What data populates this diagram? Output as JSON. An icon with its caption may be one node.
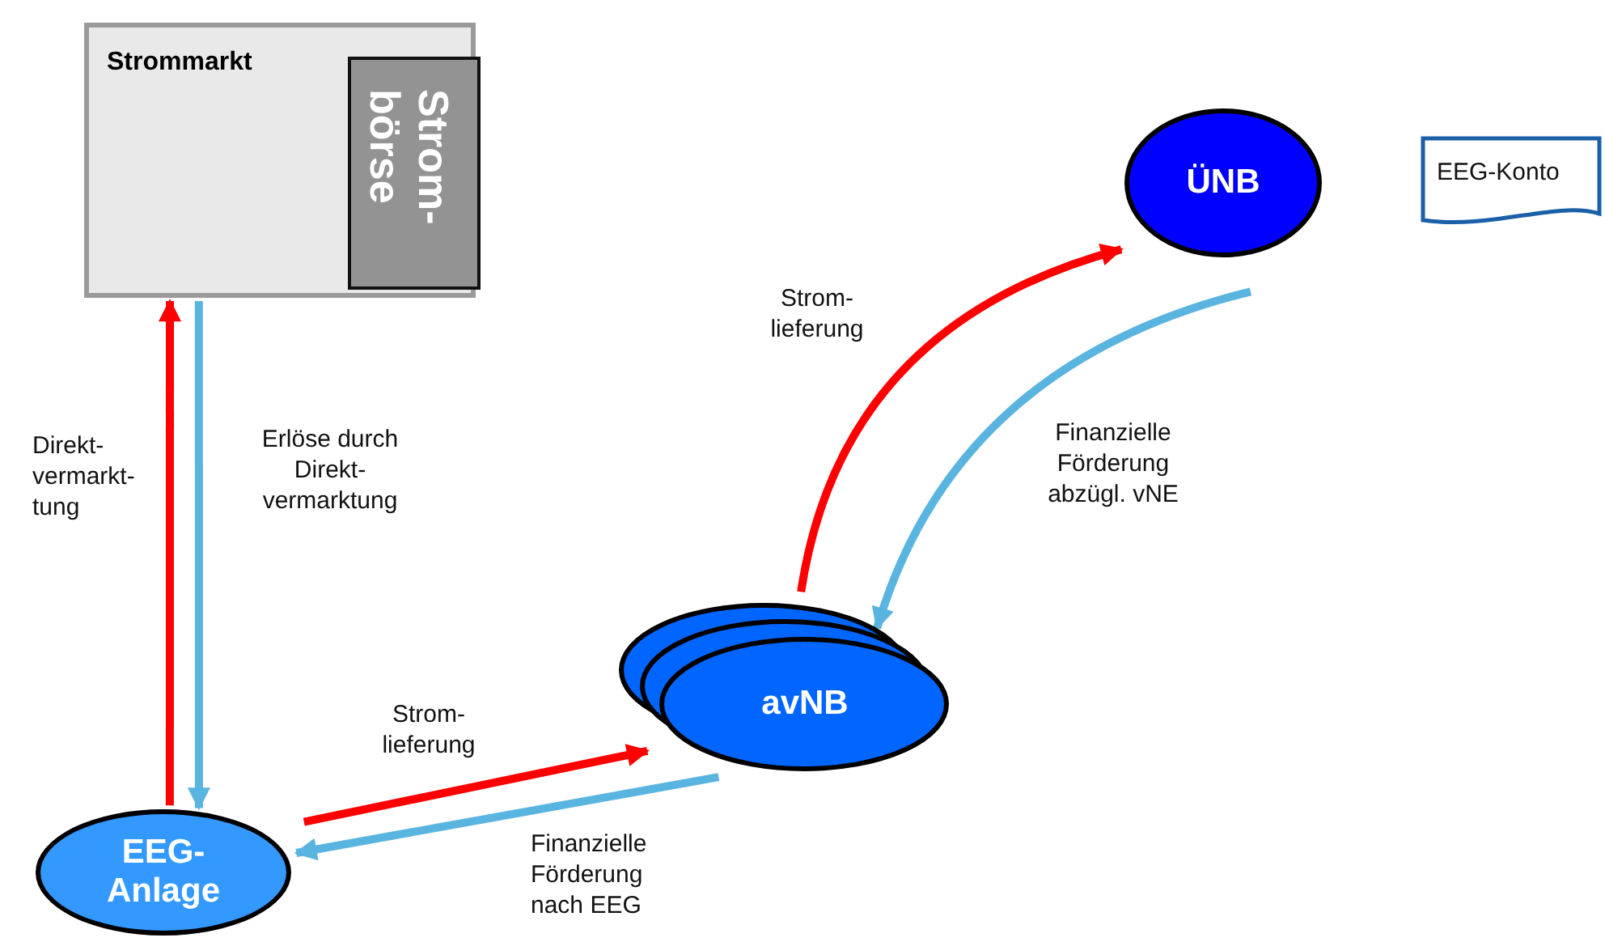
{
  "diagram": {
    "nodes": [
      {
        "text": [
          "Strommarkt"
        ]
      },
      {
        "text": [
          "Strom- börse"
        ],
        "in": 0
      },
      {
        "text": [
          "ÜNB"
        ]
      },
      {
        "text": [
          "EEG-Konto"
        ]
      },
      {
        "text": [
          "avNB"
        ]
      },
      {
        "text": [
          "EEG- Anlage"
        ]
      }
    ],
    "edges": [
      {
        "from": 5,
        "to": 0,
        "arrow": "to",
        "label": "Direkt- vermarkt- tung",
        "color": "#ff0000"
      },
      {
        "from": 0,
        "to": 5,
        "arrow": "to",
        "label": "Erlöse durch Direkt- vermarktung",
        "color": "#5ab4e0"
      },
      {
        "from": 5,
        "to": 4,
        "arrow": "to",
        "label": "Strom- lieferung",
        "color": "#ff0000"
      },
      {
        "from": 4,
        "to": 5,
        "arrow": "to",
        "label": "Finanzielle Förderung nach EEG",
        "color": "#5ab4e0"
      },
      {
        "from": 4,
        "to": 2,
        "arrow": "to",
        "label": "Strom- lieferung",
        "color": "#ff0000"
      },
      {
        "from": 2,
        "to": 4,
        "arrow": "to",
        "label": "Finanzielle Förderung abzügl. vNE",
        "color": "#5ab4e0"
      }
    ]
  }
}
